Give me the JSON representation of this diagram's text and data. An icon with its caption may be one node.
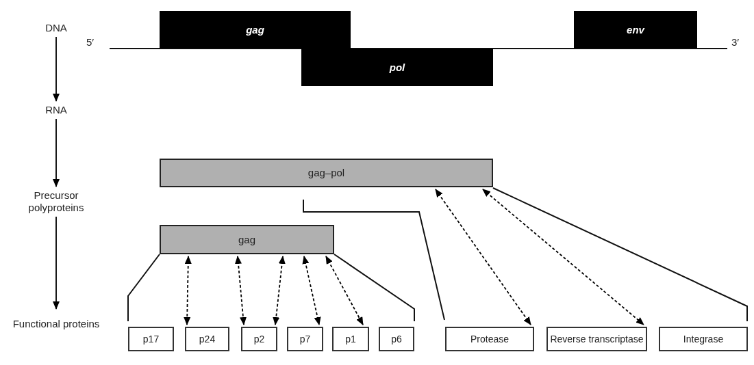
{
  "diagram": {
    "nodes": [
      {
        "text": [
          "DNA"
        ]
      },
      {
        "text": [
          "RNA"
        ]
      },
      {
        "text": [
          "Precursor polyproteins"
        ]
      },
      {
        "text": [
          "Functional proteins"
        ]
      },
      {
        "text": [
          "gag"
        ]
      },
      {
        "text": [
          "pol"
        ]
      },
      {
        "text": [
          "env"
        ]
      },
      {
        "text": [
          "gag–pol"
        ]
      },
      {
        "text": [
          "gag"
        ]
      },
      {
        "text": [
          "p17"
        ]
      },
      {
        "text": [
          "p24"
        ]
      },
      {
        "text": [
          "p2"
        ]
      },
      {
        "text": [
          "p7"
        ]
      },
      {
        "text": [
          "p1"
        ]
      },
      {
        "text": [
          "p6"
        ]
      },
      {
        "text": [
          "Protease"
        ]
      },
      {
        "text": [
          "Reverse transcriptase"
        ]
      },
      {
        "text": [
          "Integrase"
        ]
      }
    ],
    "edges": [
      {
        "from": 0,
        "to": 1,
        "arrow": "to"
      },
      {
        "from": 1,
        "to": 2,
        "arrow": "to"
      },
      {
        "from": 2,
        "to": 3,
        "arrow": "to"
      },
      {
        "from": 8,
        "to": 10,
        "arrow": "both",
        "style": "dashed"
      },
      {
        "from": 8,
        "to": 11,
        "arrow": "both",
        "style": "dashed"
      },
      {
        "from": 8,
        "to": 11,
        "arrow": "both",
        "style": "dashed"
      },
      {
        "from": 8,
        "to": 12,
        "arrow": "both",
        "style": "dashed"
      },
      {
        "from": 8,
        "to": 13,
        "arrow": "both",
        "style": "dashed"
      },
      {
        "from": 7,
        "to": 15,
        "arrow": "both",
        "style": "dashed"
      },
      {
        "from": 7,
        "to": 16,
        "arrow": "both",
        "style": "dashed"
      }
    ],
    "labels": [
      "5′",
      "3′"
    ]
  }
}
